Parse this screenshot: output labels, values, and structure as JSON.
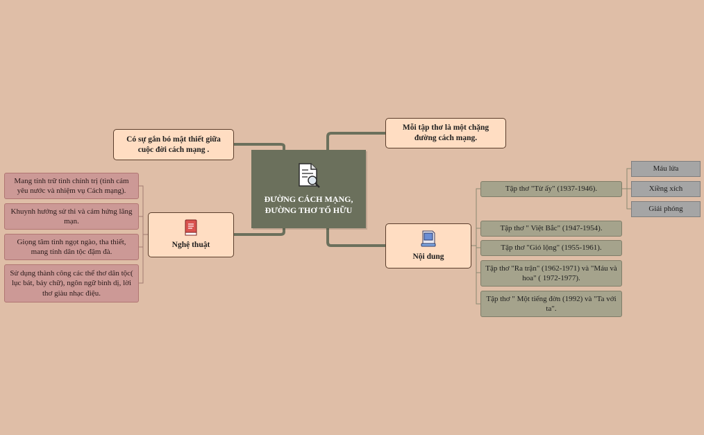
{
  "central": {
    "title": "ĐƯỜNG CÁCH MẠNG, ĐƯỜNG THƠ TỐ HỮU",
    "icon": "document-search-icon"
  },
  "top_left": {
    "label": "Có sự gắn bó mật thiết giữa cuộc đời cách mạng ."
  },
  "top_right": {
    "label": "Mỗi tập thơ là một chặng đường cách mạng."
  },
  "nghe_thuat": {
    "label": "Nghệ thuật",
    "icon": "red-book-icon",
    "items": [
      "Mang tính trữ tình chính trị (tình cảm yêu nước và nhiệm vụ Cách mạng).",
      "Khuynh hướng sử thi và cảm hứng lãng mạn.",
      "Giọng tâm tình ngọt ngào, tha thiết, mang tính dân tộc đậm đà.",
      "Sử dụng thành công các thể thơ dân tộc( lục bát, bảy chữ), ngôn ngữ bình dị, lời thơ giàu nhạc điệu."
    ]
  },
  "noi_dung": {
    "label": "Nội dung",
    "icon": "computer-icon",
    "items": [
      "Tập thơ \"Từ ấy\" (1937-1946).",
      "Tập thơ \" Việt Bắc\" (1947-1954).",
      "Tập thơ \"Gió lộng\" (1955-1961).",
      "Tập thơ \"Ra trận\" (1962-1971) và \"Máu và hoa\" ( 1972-1977).",
      "Tập thơ \" Một tiếng đờn (1992) và \"Ta với ta\"."
    ],
    "tu_ay_parts": [
      "Máu lửa",
      "Xiềng xích",
      "Giải phóng"
    ]
  },
  "colors": {
    "background": "#dfbea7",
    "central": "#6b705c",
    "main_node": "#ffddc2",
    "connector": "#6b705c",
    "leaf_red": "#cc9996",
    "leaf_olive": "#a5a38c",
    "leaf_gray": "#a5a5a5"
  }
}
